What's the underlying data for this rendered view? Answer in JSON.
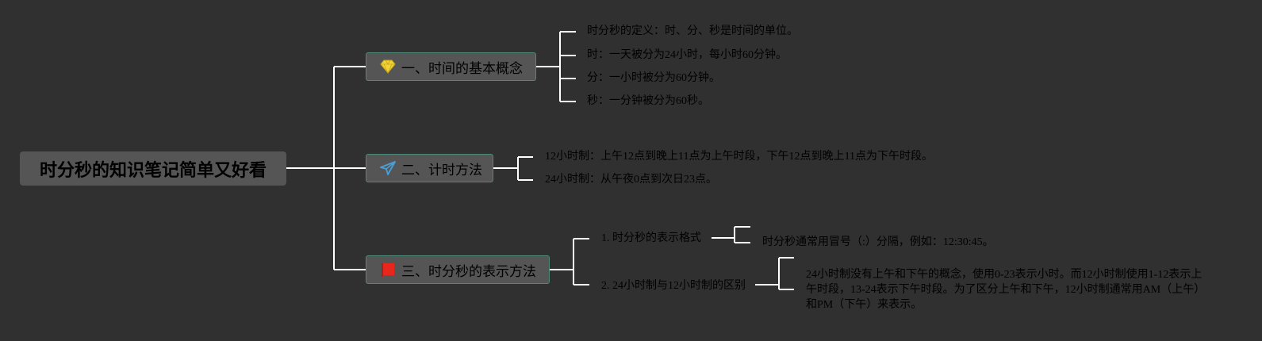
{
  "root": {
    "label": "时分秒的知识笔记简单又好看"
  },
  "topics": [
    {
      "label": "一、时间的基本概念",
      "icon": "diamond-icon",
      "icon_color": "#f2d23a",
      "items": [
        "时分秒的定义：时、分、秒是时间的单位。",
        "时：一天被分为24小时，每小时60分钟。",
        "分：一小时被分为60分钟。",
        "秒：一分钟被分为60秒。"
      ]
    },
    {
      "label": "二、计时方法",
      "icon": "paper-plane-icon",
      "icon_color": "#4a9fd8",
      "items": [
        "12小时制：上午12点到晚上11点为上午时段，下午12点到晚上11点为下午时段。",
        "24小时制：从午夜0点到次日23点。"
      ]
    },
    {
      "label": "三、时分秒的表示方法",
      "icon": "flag-icon",
      "icon_color": "#e8261c",
      "subtopics": [
        {
          "label": "1. 时分秒的表示格式",
          "detail": "时分秒通常用冒号（:）分隔，例如：12:30:45。"
        },
        {
          "label": "2. 24小时制与12小时制的区别",
          "detail": "24小时制没有上午和下午的概念，使用0-23表示小时。而12小时制使用1-12表示上午时段，13-24表示下午时段。为了区分上午和下午，12小时制通常用AM（上午）和PM（下午）来表示。"
        }
      ]
    }
  ],
  "colors": {
    "background": "#303030",
    "node_fill": "#555555",
    "node_border": "#4a8a78",
    "connector": "#ffffff"
  }
}
